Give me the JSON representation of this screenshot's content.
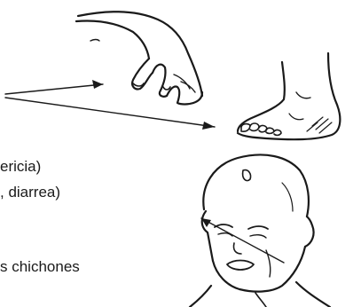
{
  "labels": {
    "line1": "ericia)",
    "line2": ", diarrea)",
    "line3": "s chichones"
  },
  "illustrations": [
    "pointing-hand",
    "swollen-foot",
    "baby-face"
  ],
  "ink_color": "#1a1a1a"
}
